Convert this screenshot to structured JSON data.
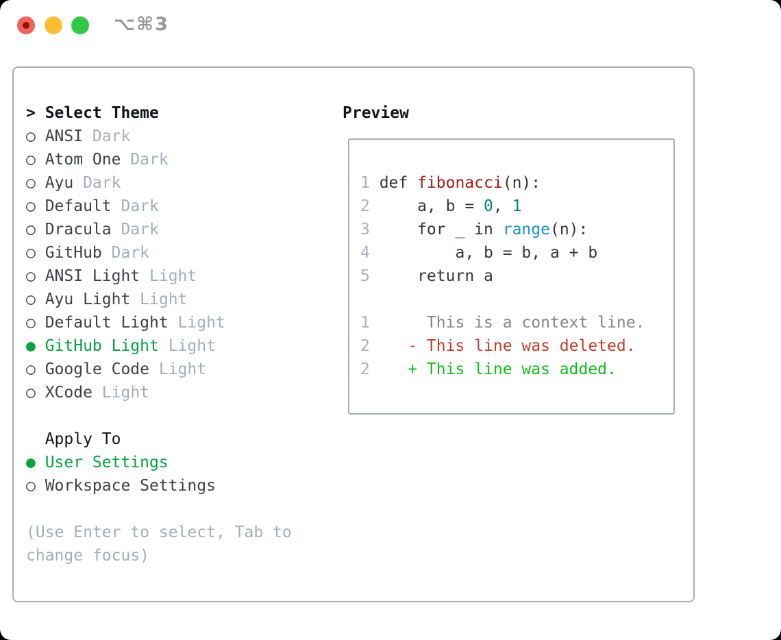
{
  "window": {
    "shortcut_label": "⌥⌘3"
  },
  "theme_selector": {
    "prompt": ">",
    "title": "Select Theme",
    "options": [
      {
        "name": "ANSI",
        "variant": "Dark",
        "selected": false
      },
      {
        "name": "Atom One",
        "variant": "Dark",
        "selected": false
      },
      {
        "name": "Ayu",
        "variant": "Dark",
        "selected": false
      },
      {
        "name": "Default",
        "variant": "Dark",
        "selected": false
      },
      {
        "name": "Dracula",
        "variant": "Dark",
        "selected": false
      },
      {
        "name": "GitHub",
        "variant": "Dark",
        "selected": false
      },
      {
        "name": "ANSI Light",
        "variant": "Light",
        "selected": false
      },
      {
        "name": "Ayu Light",
        "variant": "Light",
        "selected": false
      },
      {
        "name": "Default Light",
        "variant": "Light",
        "selected": false
      },
      {
        "name": "GitHub Light",
        "variant": "Light",
        "selected": true
      },
      {
        "name": "Google Code",
        "variant": "Light",
        "selected": false
      },
      {
        "name": "XCode",
        "variant": "Light",
        "selected": false
      }
    ]
  },
  "apply_to": {
    "title": "Apply To",
    "options": [
      {
        "name": "User Settings",
        "selected": true
      },
      {
        "name": "Workspace Settings",
        "selected": false
      }
    ]
  },
  "hint_lines": [
    "(Use Enter to select, Tab to",
    "change focus)"
  ],
  "preview": {
    "title": "Preview",
    "lines": [
      {
        "kind": "code",
        "num": "1",
        "segments": [
          {
            "t": " def ",
            "c": "fg"
          },
          {
            "t": "fibonacci",
            "c": "func"
          },
          {
            "t": "(n):",
            "c": "fg"
          }
        ]
      },
      {
        "kind": "code",
        "num": "2",
        "segments": [
          {
            "t": "     a, b = ",
            "c": "fg"
          },
          {
            "t": "0",
            "c": "num"
          },
          {
            "t": ", ",
            "c": "fg"
          },
          {
            "t": "1",
            "c": "num"
          }
        ]
      },
      {
        "kind": "code",
        "num": "3",
        "segments": [
          {
            "t": "     for _ in ",
            "c": "fg"
          },
          {
            "t": "range",
            "c": "builtin"
          },
          {
            "t": "(n):",
            "c": "fg"
          }
        ]
      },
      {
        "kind": "code",
        "num": "4",
        "segments": [
          {
            "t": "         a, b = b, a + b",
            "c": "fg"
          }
        ]
      },
      {
        "kind": "code",
        "num": "5",
        "segments": [
          {
            "t": "     return a",
            "c": "fg"
          }
        ]
      },
      {
        "kind": "blank",
        "num": "",
        "segments": []
      },
      {
        "kind": "diff-context",
        "num": "1",
        "segments": [
          {
            "t": "      This is a context line.",
            "c": "ctx"
          }
        ]
      },
      {
        "kind": "diff-deleted",
        "num": "2",
        "segments": [
          {
            "t": "    - This line was deleted.",
            "c": "del"
          }
        ]
      },
      {
        "kind": "diff-added",
        "num": "2",
        "segments": [
          {
            "t": "    + This line was added.",
            "c": "add"
          }
        ]
      }
    ]
  },
  "colors": {
    "accent_green": "#00a63c",
    "heading_black": "#121419",
    "label_fg": "#3d4147",
    "muted_gray": "#a4adba",
    "panel_border": "#a7aeb9",
    "line_number_gray": "#a9b2bf",
    "code_fg": "#32363c",
    "func_red": "#a31b12",
    "number_teal": "#008080",
    "builtin_blue": "#1295cf",
    "diff_context_gray": "#868686",
    "diff_deleted_red": "#c63a2a",
    "diff_added_green": "#0cc014",
    "traffic_red": "#f4615b",
    "traffic_red_dot": "#8c150a",
    "traffic_yellow": "#fcbd2f",
    "traffic_green": "#2fc944",
    "titlebar_gray": "#97979c"
  }
}
